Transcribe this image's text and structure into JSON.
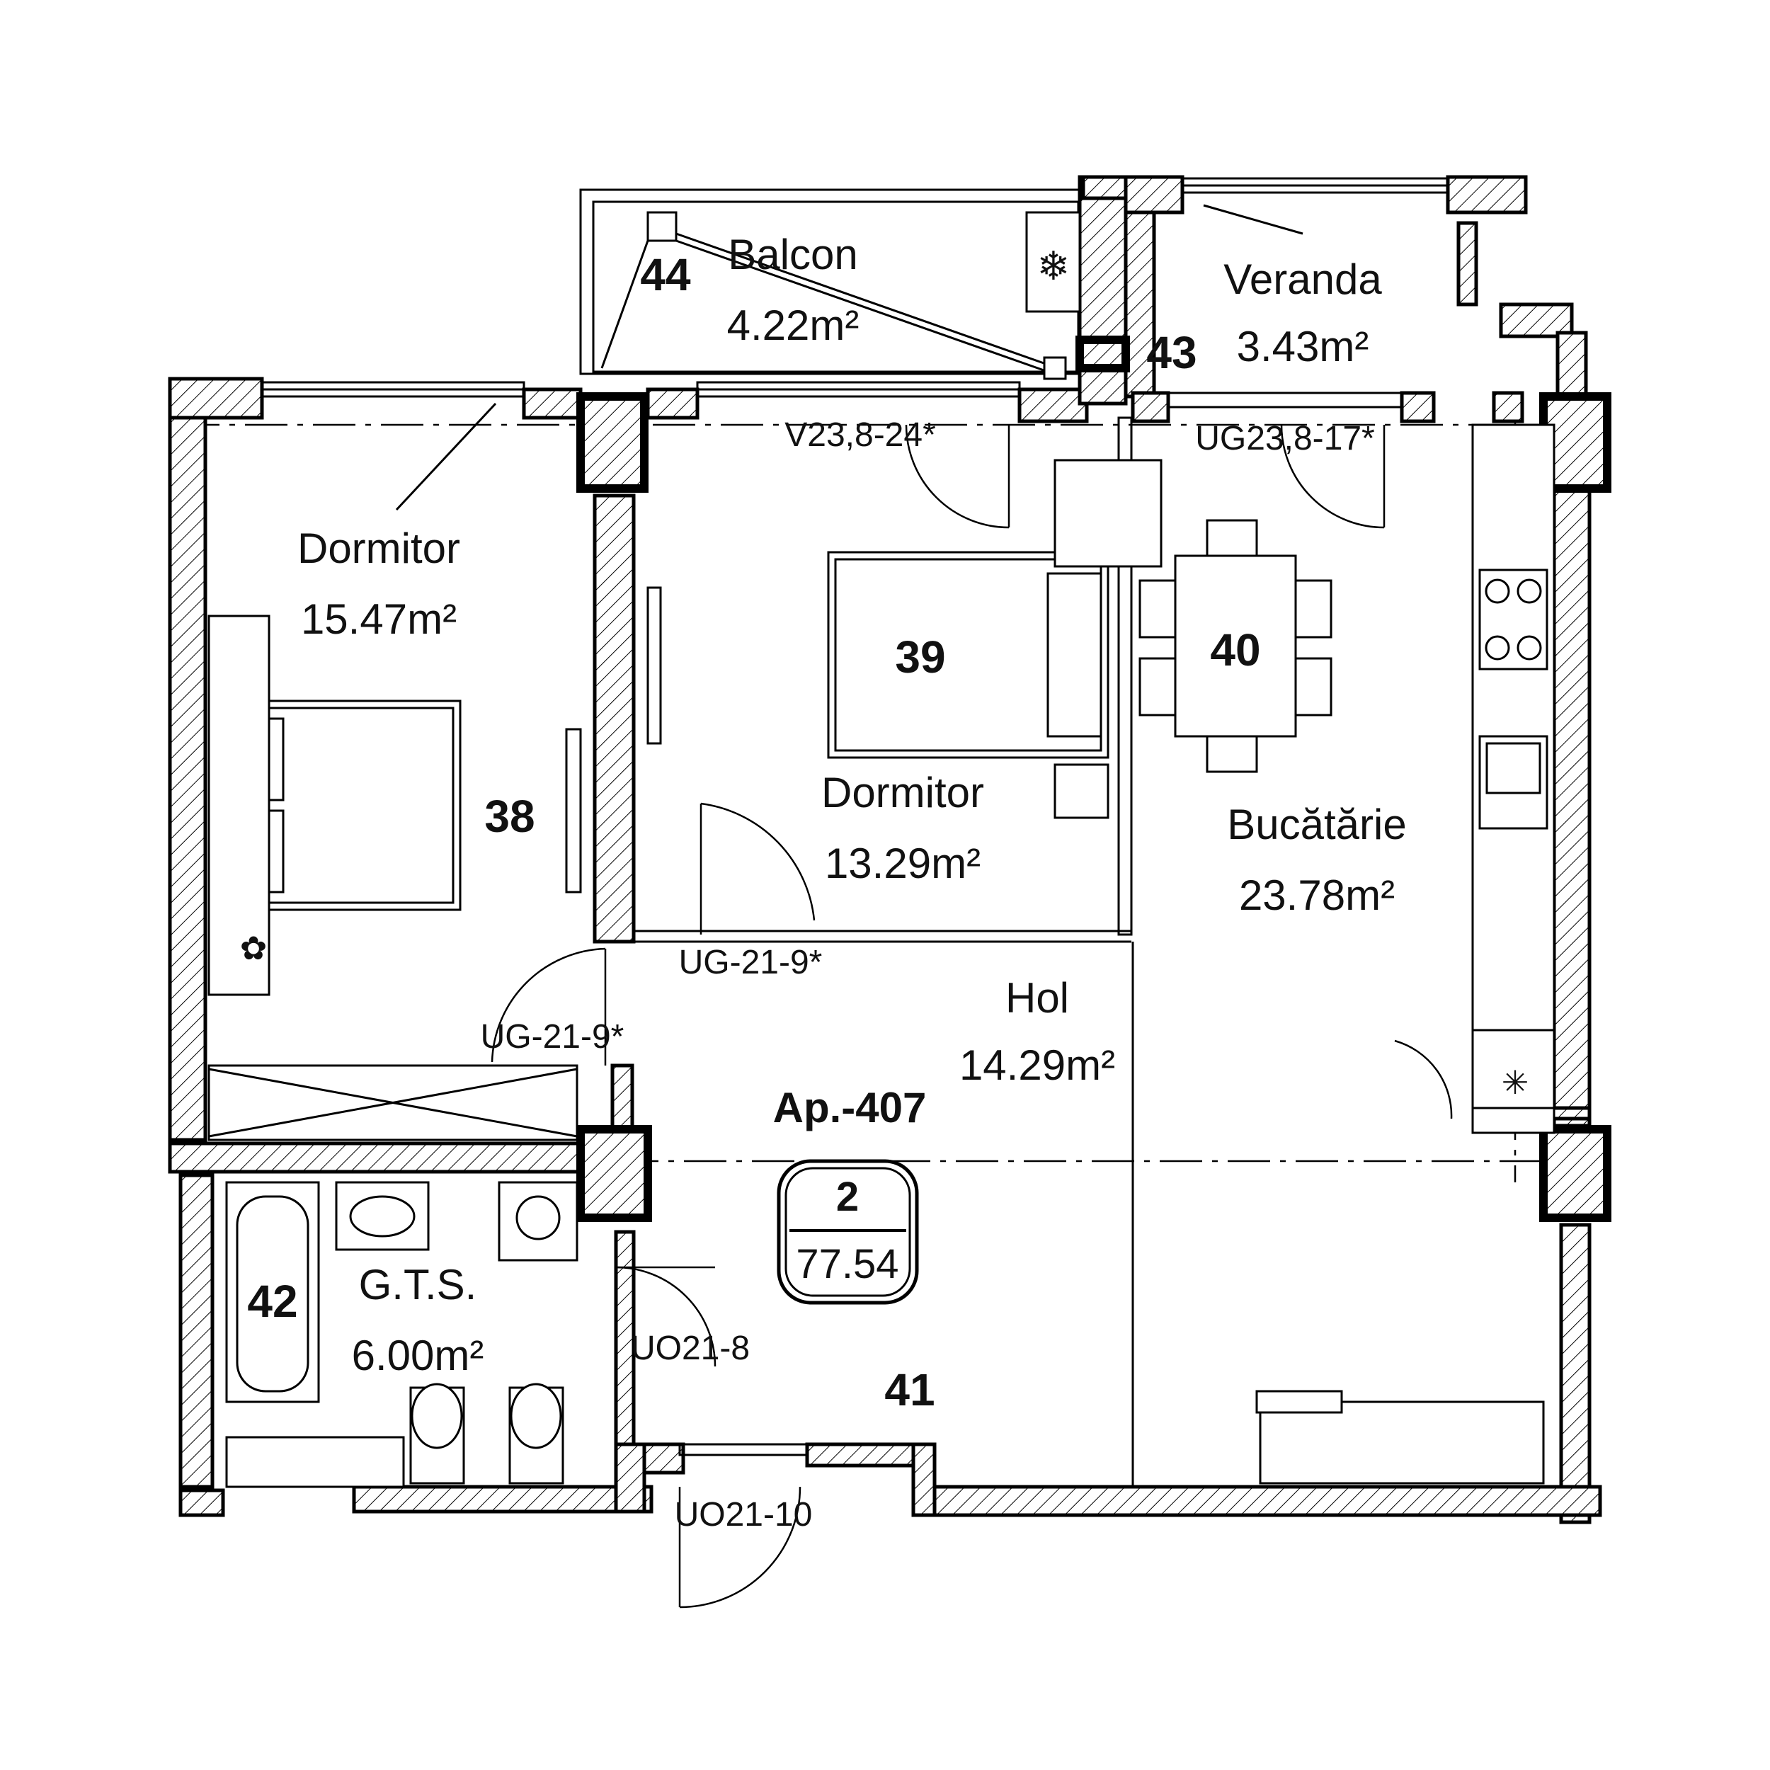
{
  "apartment": {
    "label": "Ap.-407",
    "rooms_count": "2",
    "total_area": "77.54"
  },
  "rooms": [
    {
      "id": "balcony",
      "name": "Balcon",
      "area": "4.22m²",
      "number": "44"
    },
    {
      "id": "veranda",
      "name": "Veranda",
      "area": "3.43m²",
      "number": "43"
    },
    {
      "id": "bedroom1",
      "name": "Dormitor",
      "area": "15.47m²",
      "number": "38"
    },
    {
      "id": "bedroom2",
      "name": "Dormitor",
      "area": "13.29m²",
      "number": "39"
    },
    {
      "id": "kitchen",
      "name": "Bucătărie",
      "area": "23.78m²",
      "number": "40"
    },
    {
      "id": "hall",
      "name": "Hol",
      "area": "14.29m²",
      "number": "41"
    },
    {
      "id": "bathroom",
      "name": "G.T.S.",
      "area": "6.00m²",
      "number": "42"
    }
  ],
  "openings": [
    "V23,8-24*",
    "UG23,8-17*",
    "UG-21-9*",
    "UG-21-9*",
    "UO21-8",
    "UO21-10"
  ]
}
